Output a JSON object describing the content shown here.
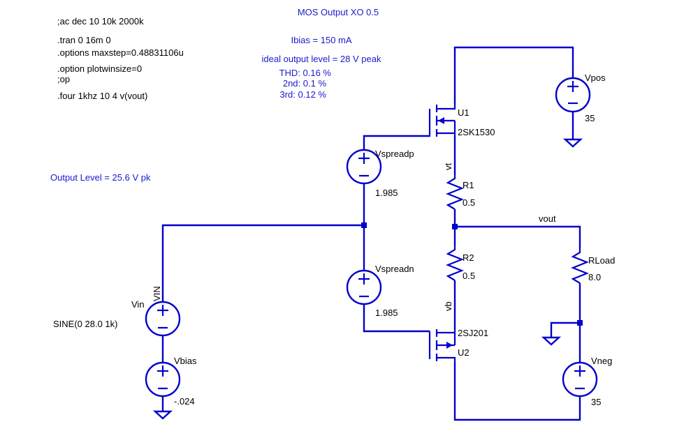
{
  "title": "MOS Output XO 0.5",
  "directives": [
    ";ac dec 10 10k 2000k",
    ".tran 0 16m 0",
    ".options maxstep=0.48831106u",
    ".option plotwinsize=0",
    ";op",
    ".four 1khz 10 4 v(vout)"
  ],
  "ibias": "Ibias = 150 mA",
  "ideal_output": "ideal output level = 28 V peak",
  "thd": "THD:  0.16 %",
  "h2": "2nd:  0.1 %",
  "h3": "3rd:  0.12 %",
  "output_level": "Output Level = 25.6 V pk",
  "components": {
    "vpos": {
      "name": "Vpos",
      "value": "35"
    },
    "vneg": {
      "name": "Vneg",
      "value": "35"
    },
    "u1": {
      "name": "U1",
      "part": "2SK1530"
    },
    "u2": {
      "name": "U2",
      "part": "2SJ201"
    },
    "vspreadp": {
      "name": "Vspreadp",
      "value": "1.985"
    },
    "vspreadn": {
      "name": "Vspreadn",
      "value": "1.985"
    },
    "r1": {
      "name": "R1",
      "value": "0.5"
    },
    "r2": {
      "name": "R2",
      "value": "0.5"
    },
    "rload": {
      "name": "RLoad",
      "value": "8.0"
    },
    "vin": {
      "name": "Vin",
      "value": "SINE(0 28.0 1k)"
    },
    "vbias": {
      "name": "Vbias",
      "value": "-.024"
    }
  },
  "nets": {
    "vout": "vout",
    "vt": "vt",
    "vb": "vb",
    "vin": "VIN"
  },
  "colors": {
    "wire": "#0000cc",
    "label": "#1a1acc",
    "text": "#000000"
  }
}
